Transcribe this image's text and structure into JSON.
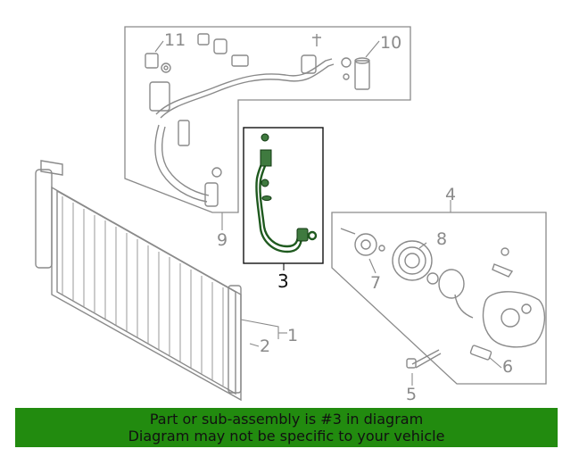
{
  "callouts": {
    "c1": "1",
    "c2": "2",
    "c3": "3",
    "c4": "4",
    "c5": "5",
    "c6": "6",
    "c7": "7",
    "c8": "8",
    "c9": "9",
    "c10": "10",
    "c11": "11"
  },
  "highlighted_part": "3",
  "colors": {
    "highlight": "#1f5a1f",
    "banner": "#228b0f",
    "line_art": "#8a8a8a"
  },
  "banner": {
    "line1": "Part or sub-assembly is #3 in diagram",
    "line2": "Diagram may not be specific to your vehicle"
  }
}
